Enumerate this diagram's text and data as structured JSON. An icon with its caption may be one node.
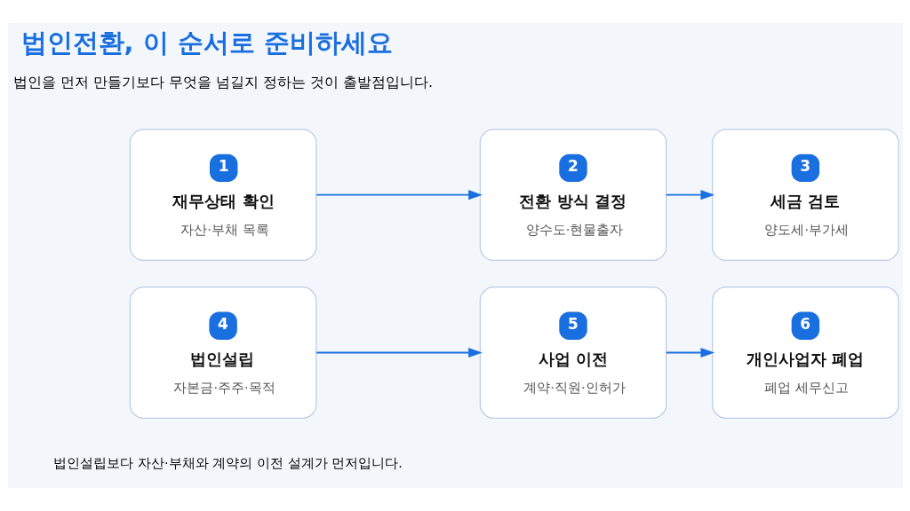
{
  "diagram": {
    "title": "법인전환, 이 순서로 준비하세요",
    "nodes": [
      {
        "text": [
          "1",
          "재무상태 확인",
          "자산·부채 목록"
        ]
      },
      {
        "text": [
          "2",
          "전환 방식 결정",
          "양수도·현물출자"
        ]
      },
      {
        "text": [
          "3",
          "세금 검토",
          "양도세·부가세"
        ]
      },
      {
        "text": [
          "4",
          "법인설립",
          "자본금·주주·목적"
        ]
      },
      {
        "text": [
          "5",
          "사업 이전",
          "계약·직원·인허가"
        ]
      },
      {
        "text": [
          "6",
          "개인사업자 폐업",
          "폐업 세무신고"
        ]
      }
    ],
    "edges": [
      {
        "from": 0,
        "to": 1,
        "arrow": "to"
      },
      {
        "from": 1,
        "to": 2,
        "arrow": "to"
      },
      {
        "from": 3,
        "to": 4,
        "arrow": "to"
      },
      {
        "from": 4,
        "to": 5,
        "arrow": "to"
      }
    ],
    "labels": [
      "법인을 먼저 만들기보다 무엇을 넘길지 정하는 것이 출발점입니다.",
      "법인설립보다 자산·부채와 계약의 이전 설계가 먼저입니다."
    ]
  }
}
